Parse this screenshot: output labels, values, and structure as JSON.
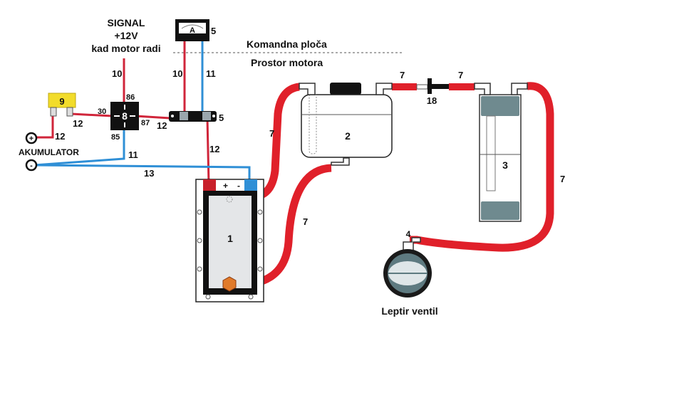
{
  "diagram": {
    "type": "wiring-and-hose schematic",
    "signal_label": [
      "SIGNAL",
      "+12V",
      "kad motor radi"
    ],
    "zones": {
      "upper": "Komandna ploča",
      "lower": "Prostor motora"
    },
    "battery": {
      "label": "AKUMULATOR",
      "plus_symbol": "+",
      "minus_symbol": "-"
    },
    "components": {
      "heater": "1",
      "tank": "2",
      "radiator": "3",
      "valve_fitting": "4",
      "ammeter": "5",
      "ammeter_letter": "A",
      "terminal": "5",
      "hose": "7",
      "relay": "8",
      "fuse": "9",
      "pump": "18",
      "butterfly_valve": "Leptir ventil"
    },
    "heater_terminals": {
      "plus": "+",
      "minus": "-"
    },
    "relay_pins": {
      "p30": "30",
      "p85": "85",
      "p86": "86",
      "p87": "87"
    },
    "wires": {
      "signal": "10",
      "ammeter_red": "10",
      "ammeter_blue": "11",
      "fuse_relay": "12",
      "battery_fuse": "12",
      "relay_terminal": "12",
      "terminal_heater": "12",
      "relay_ground": "11",
      "ground": "13"
    },
    "hoses": {
      "heater_to_tank": "7",
      "tank_to_heater": "7",
      "tank_to_pump": "7",
      "pump_to_radiator": "7",
      "radiator_to_valve": "7"
    },
    "colors": {
      "hose": "#e0202a",
      "wire_positive": "#d0253a",
      "wire_negative": "#2f8fd6",
      "fuse": "#f2dc2a",
      "radiator_cap": "#6f8a8f"
    }
  }
}
